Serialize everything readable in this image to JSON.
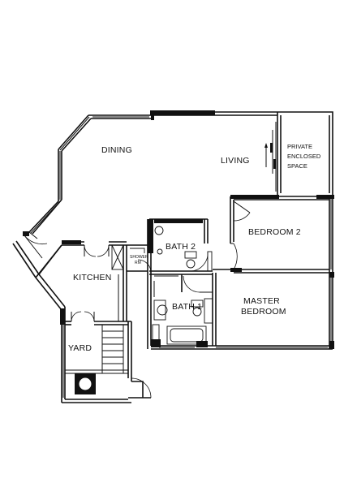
{
  "rooms": {
    "dining": "DINING",
    "living": "LIVING",
    "private_line1": "PRIVATE",
    "private_line2": "ENCLOSED",
    "private_line3": "SPACE",
    "bedroom2": "BEDROOM 2",
    "bath2": "BATH 2",
    "shower_line1": "SHOWER",
    "shower_line2": "RM",
    "kitchen": "KITCHEN",
    "bath1": "BATH 1",
    "master_line1": "MASTER",
    "master_line2": "BEDROOM",
    "yard": "YARD"
  }
}
